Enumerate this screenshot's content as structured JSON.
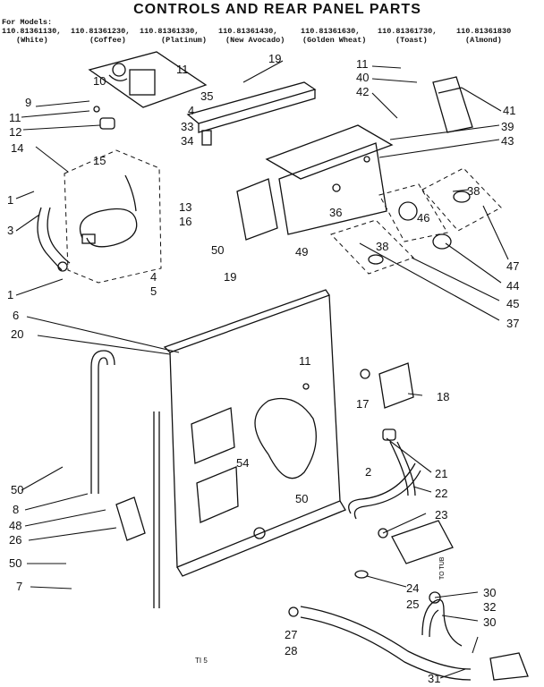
{
  "title": "CONTROLS AND REAR PANEL PARTS",
  "models_header": {
    "intro": "For Models:",
    "models": [
      "110.81361130,",
      "110.81361230,",
      "110.81361330,",
      "110.81361430,",
      "110.81361630,",
      "110.81361730,",
      "110.81361830"
    ],
    "colors": [
      "(White)",
      "(Coffee)",
      "(Platinum)",
      "(New Avocado)",
      "(Golden Wheat)",
      "(Toast)",
      "(Almond)"
    ]
  },
  "callouts": {
    "c11a": "11",
    "c19a": "19",
    "c11b": "11",
    "c40": "40",
    "c42": "42",
    "c9": "9",
    "c10": "10",
    "c35": "35",
    "c41": "41",
    "c11c": "11",
    "c4a": "4",
    "c33": "33",
    "c39": "39",
    "c12": "12",
    "c34": "34",
    "c43": "43",
    "c14": "14",
    "c15": "15",
    "c38a": "38",
    "c1a": "1",
    "c13": "13",
    "c36": "36",
    "c46": "46",
    "c3": "3",
    "c16": "16",
    "c50a": "50",
    "c49": "49",
    "c38b": "38",
    "c47": "47",
    "c4b": "4",
    "c19b": "19",
    "c1b": "1",
    "c5": "5",
    "c44": "44",
    "c45": "45",
    "c6": "6",
    "c37": "37",
    "c20": "20",
    "c11d": "11",
    "c17": "17",
    "c18": "18",
    "c54": "54",
    "c21": "21",
    "c2": "2",
    "c50b": "50",
    "c22": "22",
    "c8": "8",
    "c23": "23",
    "c48": "48",
    "c26": "26",
    "c50c": "50",
    "c50d": "50",
    "c24": "24",
    "c7": "7",
    "c30a": "30",
    "c25": "25",
    "c32": "32",
    "c30b": "30",
    "c27": "27",
    "c28": "28",
    "c31": "31",
    "to_tub": "TO TUB"
  },
  "footer": "TI 5"
}
